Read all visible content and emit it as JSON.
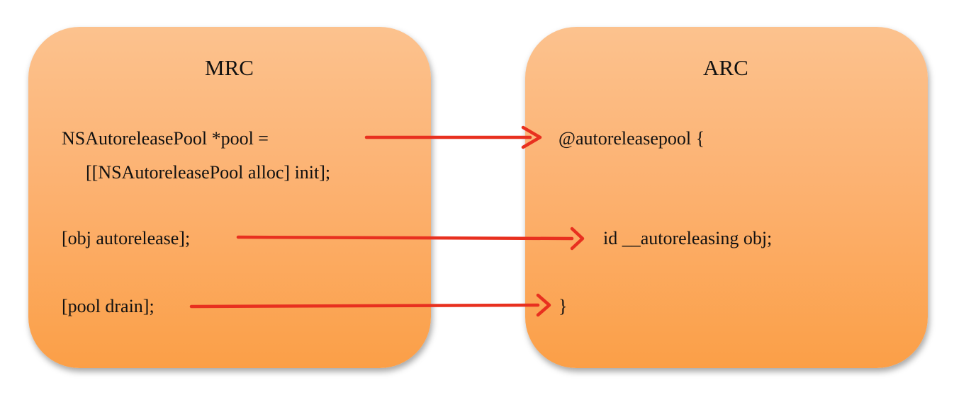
{
  "colors": {
    "panel_top": "#fcc28e",
    "panel_bottom": "#fb9f47",
    "arrow": "#e8301f"
  },
  "mrc": {
    "title": "MRC",
    "line_pool_decl": "NSAutoreleasePool *pool =",
    "line_pool_init": "[[NSAutoreleasePool alloc] init];",
    "line_autorelease": "[obj autorelease];",
    "line_drain": "[pool drain];"
  },
  "arc": {
    "title": "ARC",
    "line_pool_open": "@autoreleasepool {",
    "line_obj": "id __autoreleasing obj;",
    "line_close": "}"
  }
}
